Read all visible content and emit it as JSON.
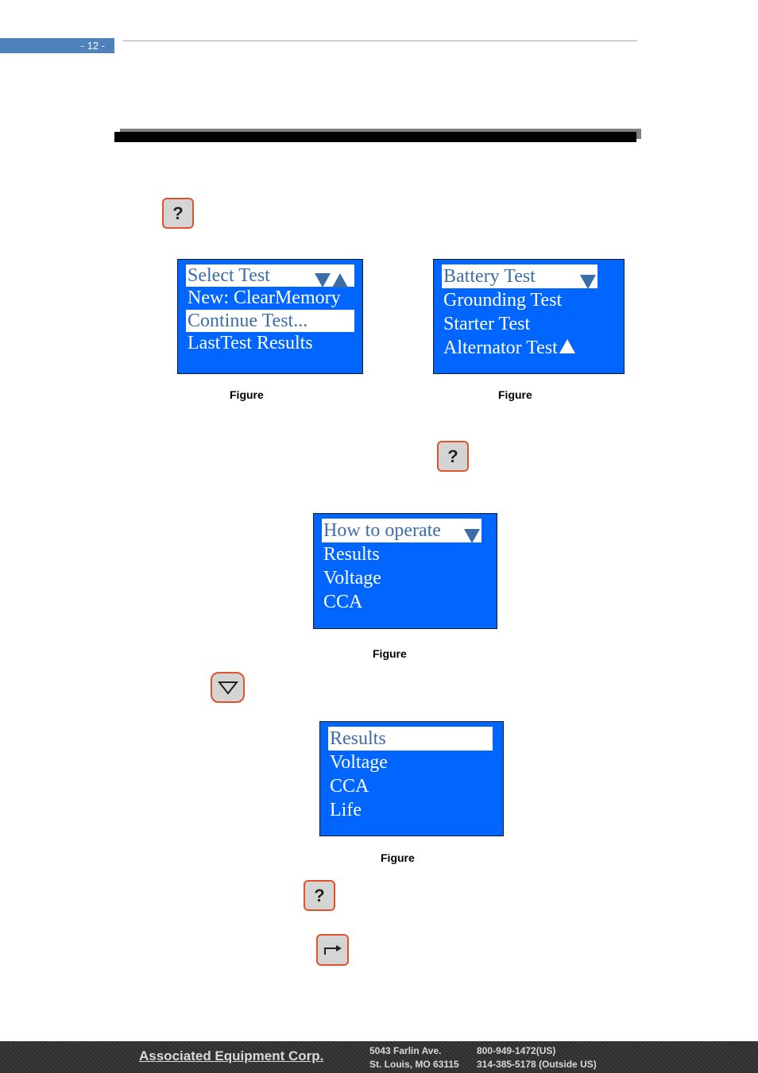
{
  "header": {
    "page_number": "- 12 -"
  },
  "keys": {
    "help_label": "?",
    "down_icon": "down-triangle-icon",
    "enter_icon": "enter-arrow-icon"
  },
  "screens": {
    "select_test": {
      "rows": [
        "Select Test",
        "New: ClearMemory",
        "Continue Test...",
        "LastTest Results"
      ]
    },
    "test_menu": {
      "rows": [
        "Battery Test",
        "Grounding Test",
        "Starter Test",
        "Alternator Test"
      ]
    },
    "help_menu": {
      "rows": [
        "How to operate",
        "Results",
        "Voltage",
        "CCA"
      ]
    },
    "help_menu_scrolled": {
      "rows": [
        "Results",
        "Voltage",
        "CCA",
        "Life"
      ]
    }
  },
  "captions": {
    "fig_a": "Figure",
    "fig_b": "Figure",
    "fig_c": "Figure",
    "fig_d": "Figure"
  },
  "footer": {
    "company": "Associated Equipment Corp.",
    "address_line1": "5043 Farlin Ave.",
    "address_line2": "St. Louis, MO 63115",
    "phone_line1": "800-949-1472(US)",
    "phone_line2": "314-385-5178 (Outside US)"
  },
  "colors": {
    "lcd_bg": "#0066ff",
    "highlight_text": "#3b6ea8",
    "key_border": "#e0522c",
    "page_tab": "#4f81bd"
  }
}
